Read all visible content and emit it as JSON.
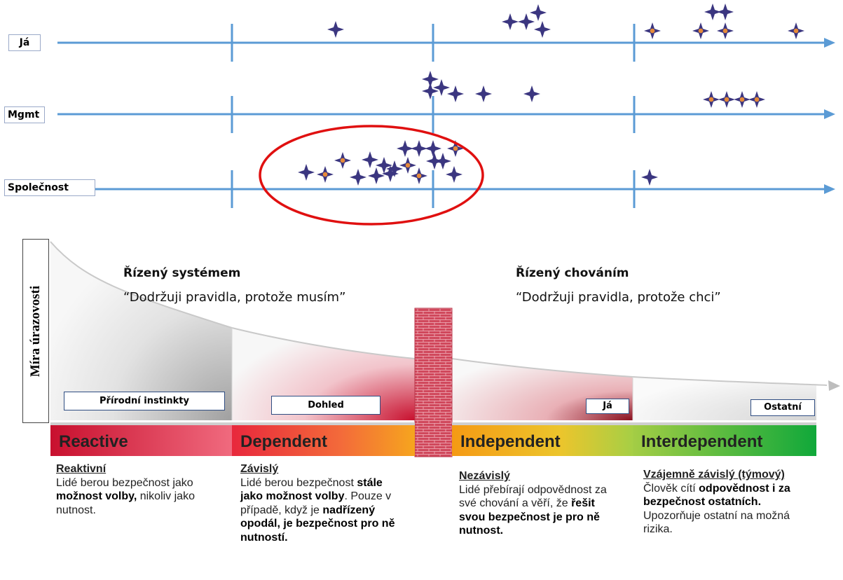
{
  "rows": [
    {
      "label": "Já"
    },
    {
      "label": "Mgmt"
    },
    {
      "label": "Společnost"
    }
  ],
  "y_axis_label": "Míra úrazovosti",
  "zones": {
    "system": {
      "heading": "Řízený systémem",
      "quote": "“Dodržuji pravidla, protože musím”"
    },
    "behavior": {
      "heading": "Řízený chováním",
      "quote": "“Dodržuji pravidla, protože chci”"
    }
  },
  "boxes": [
    "Přírodní instinkty",
    "Dohled",
    "Já",
    "Ostatní"
  ],
  "stages": [
    {
      "label": "Reactive",
      "color": "#d8102e"
    },
    {
      "label": "Dependent",
      "color": "#f47c20"
    },
    {
      "label": "Independent",
      "color": "#f6a21a"
    },
    {
      "label": "Interdependent",
      "color": "#16a73a"
    }
  ],
  "descriptions": [
    {
      "title": "Reaktivní",
      "parts": [
        [
          "Lidé berou bezpečnost jako ",
          false
        ],
        [
          "možnost volby,",
          true
        ],
        [
          " nikoliv jako nutnost.",
          false
        ]
      ]
    },
    {
      "title": "Závislý",
      "parts": [
        [
          "Lidé berou bezpečnost ",
          false
        ],
        [
          "stále jako možnost volby",
          true
        ],
        [
          ". Pouze v případě, když je ",
          false
        ],
        [
          "nadřízený opodál, je bezpečnost pro ně nutností.",
          true
        ]
      ]
    },
    {
      "title": "Nezávislý",
      "parts": [
        [
          "Lidé přebírají odpovědnost za své chování a věří, že ",
          false
        ],
        [
          "řešit svou bezpečnost je pro ně nutnost.",
          true
        ]
      ]
    },
    {
      "title": "Vzájemně závislý (týmový)",
      "parts": [
        [
          "Člověk cítí ",
          false
        ],
        [
          "odpovědnost i za bezpečnost ostatních.",
          true
        ],
        [
          "  Upozorňuje ostatní na možná rizika.",
          false
        ]
      ]
    }
  ],
  "colors": {
    "axis": "#5b9bd5",
    "star": "#3b3680",
    "star_accent": "#e58a3a",
    "circle": "#e01010",
    "wall": "#d0485c"
  },
  "icons": [
    "star-marker-icon",
    "arrow-right-icon",
    "brick-wall-icon"
  ]
}
